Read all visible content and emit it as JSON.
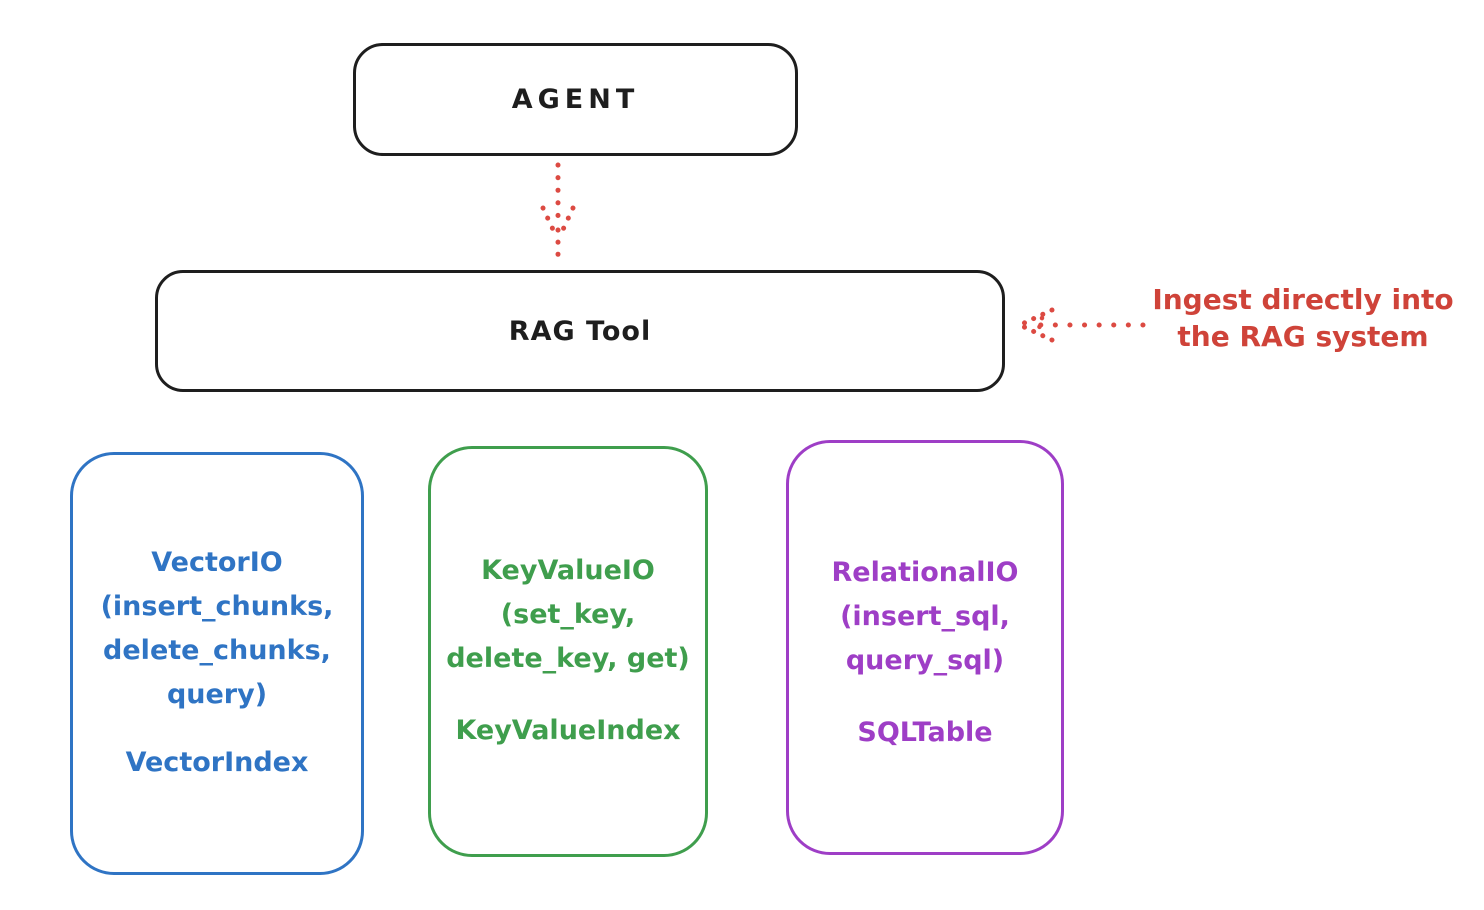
{
  "canvas": {
    "background": "#ffffff",
    "ink_color": "#1e1e1e"
  },
  "nodes": {
    "agent": {
      "label": "AGENT"
    },
    "rag_tool": {
      "label": "RAG Tool"
    },
    "backends": [
      {
        "name": "VectorIO",
        "color": "#2f74c4",
        "lines": [
          "VectorIO",
          "(insert_chunks,",
          "delete_chunks,",
          "query)"
        ],
        "index_label": "VectorIndex"
      },
      {
        "name": "KeyValueIO",
        "color": "#3f9e4d",
        "lines": [
          "KeyValueIO",
          "(set_key,",
          "delete_key, get)"
        ],
        "index_label": "KeyValueIndex"
      },
      {
        "name": "RelationalIO",
        "color": "#9e3ec6",
        "lines": [
          "RelationalIO",
          "(insert_sql,",
          "query_sql)"
        ],
        "index_label": "SQLTable"
      }
    ]
  },
  "annotation": {
    "line1": "Ingest directly into",
    "line2": "the RAG system",
    "text_color": "#cf4339",
    "arrow_color": "#dc4a42"
  }
}
